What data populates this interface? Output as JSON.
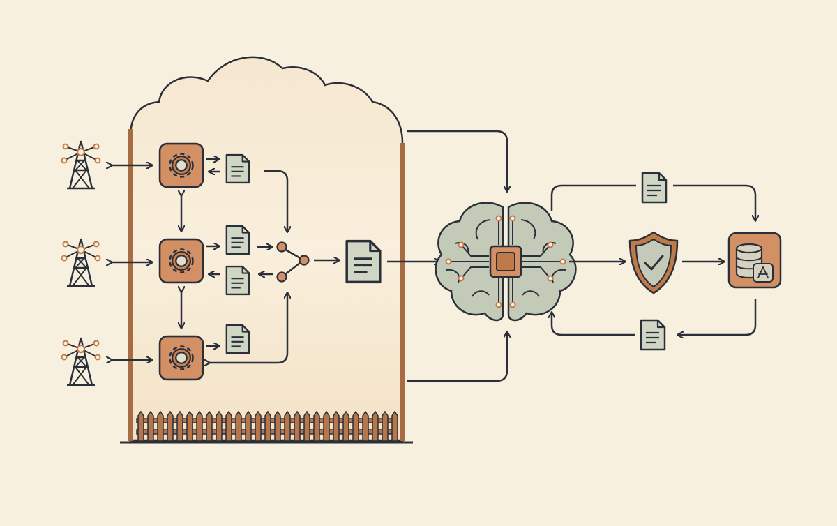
{
  "diagram": {
    "edge_nodes": [
      {
        "name": "tower-1",
        "icon": "transmission-tower-icon"
      },
      {
        "name": "tower-2",
        "icon": "transmission-tower-icon"
      },
      {
        "name": "tower-3",
        "icon": "transmission-tower-icon"
      }
    ],
    "processing_nodes": [
      {
        "name": "edge-processor-1",
        "icon": "gear-icon"
      },
      {
        "name": "edge-processor-2",
        "icon": "gear-icon"
      },
      {
        "name": "edge-processor-3",
        "icon": "gear-icon"
      }
    ],
    "icons": {
      "boundary": "cloud-boundary",
      "fence": "fence-icon",
      "aggregator": "share-node-icon",
      "aggregated_report": "document-icon",
      "central_model": "brain-chip-icon",
      "validation": "shield-check-icon",
      "storage": "database-app-icon",
      "document": "document-icon"
    },
    "colors": {
      "background": "#f8f0df",
      "ink": "#2a2f3a",
      "accent": "#c07a4a",
      "accent_fill": "#d29064",
      "doc_fill": "#cfd6c3",
      "brain_fill": "#c3cab7",
      "frame": "#a86c45",
      "cloud_fill": "#f7ecd6"
    }
  }
}
